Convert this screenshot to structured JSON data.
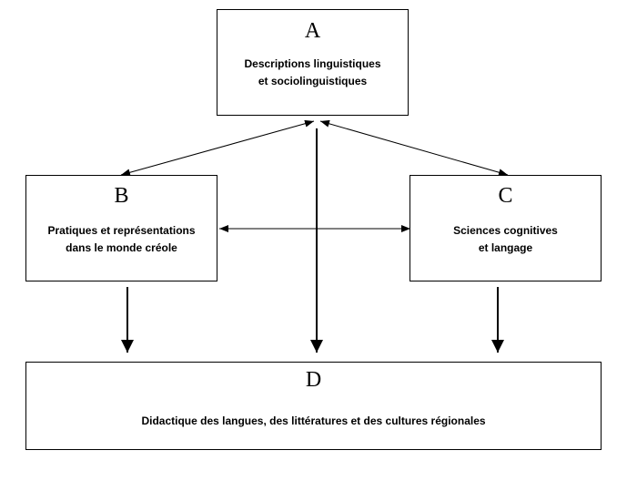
{
  "boxes": {
    "a": {
      "letter": "A",
      "text": "Descriptions linguistiques\net sociolinguistiques"
    },
    "b": {
      "letter": "B",
      "text": "Pratiques et représentations\ndans le monde créole"
    },
    "c": {
      "letter": "C",
      "text": "Sciences cognitives\net langage"
    },
    "d": {
      "letter": "D",
      "text": "Didactique des langues, des littératures et des cultures régionales"
    }
  },
  "edges": [
    {
      "from": "A",
      "to": "B",
      "direction": "both"
    },
    {
      "from": "A",
      "to": "C",
      "direction": "both"
    },
    {
      "from": "B",
      "to": "C",
      "direction": "both"
    },
    {
      "from": "A",
      "to": "D",
      "direction": "forward"
    },
    {
      "from": "B",
      "to": "D",
      "direction": "forward"
    },
    {
      "from": "C",
      "to": "D",
      "direction": "forward"
    }
  ]
}
